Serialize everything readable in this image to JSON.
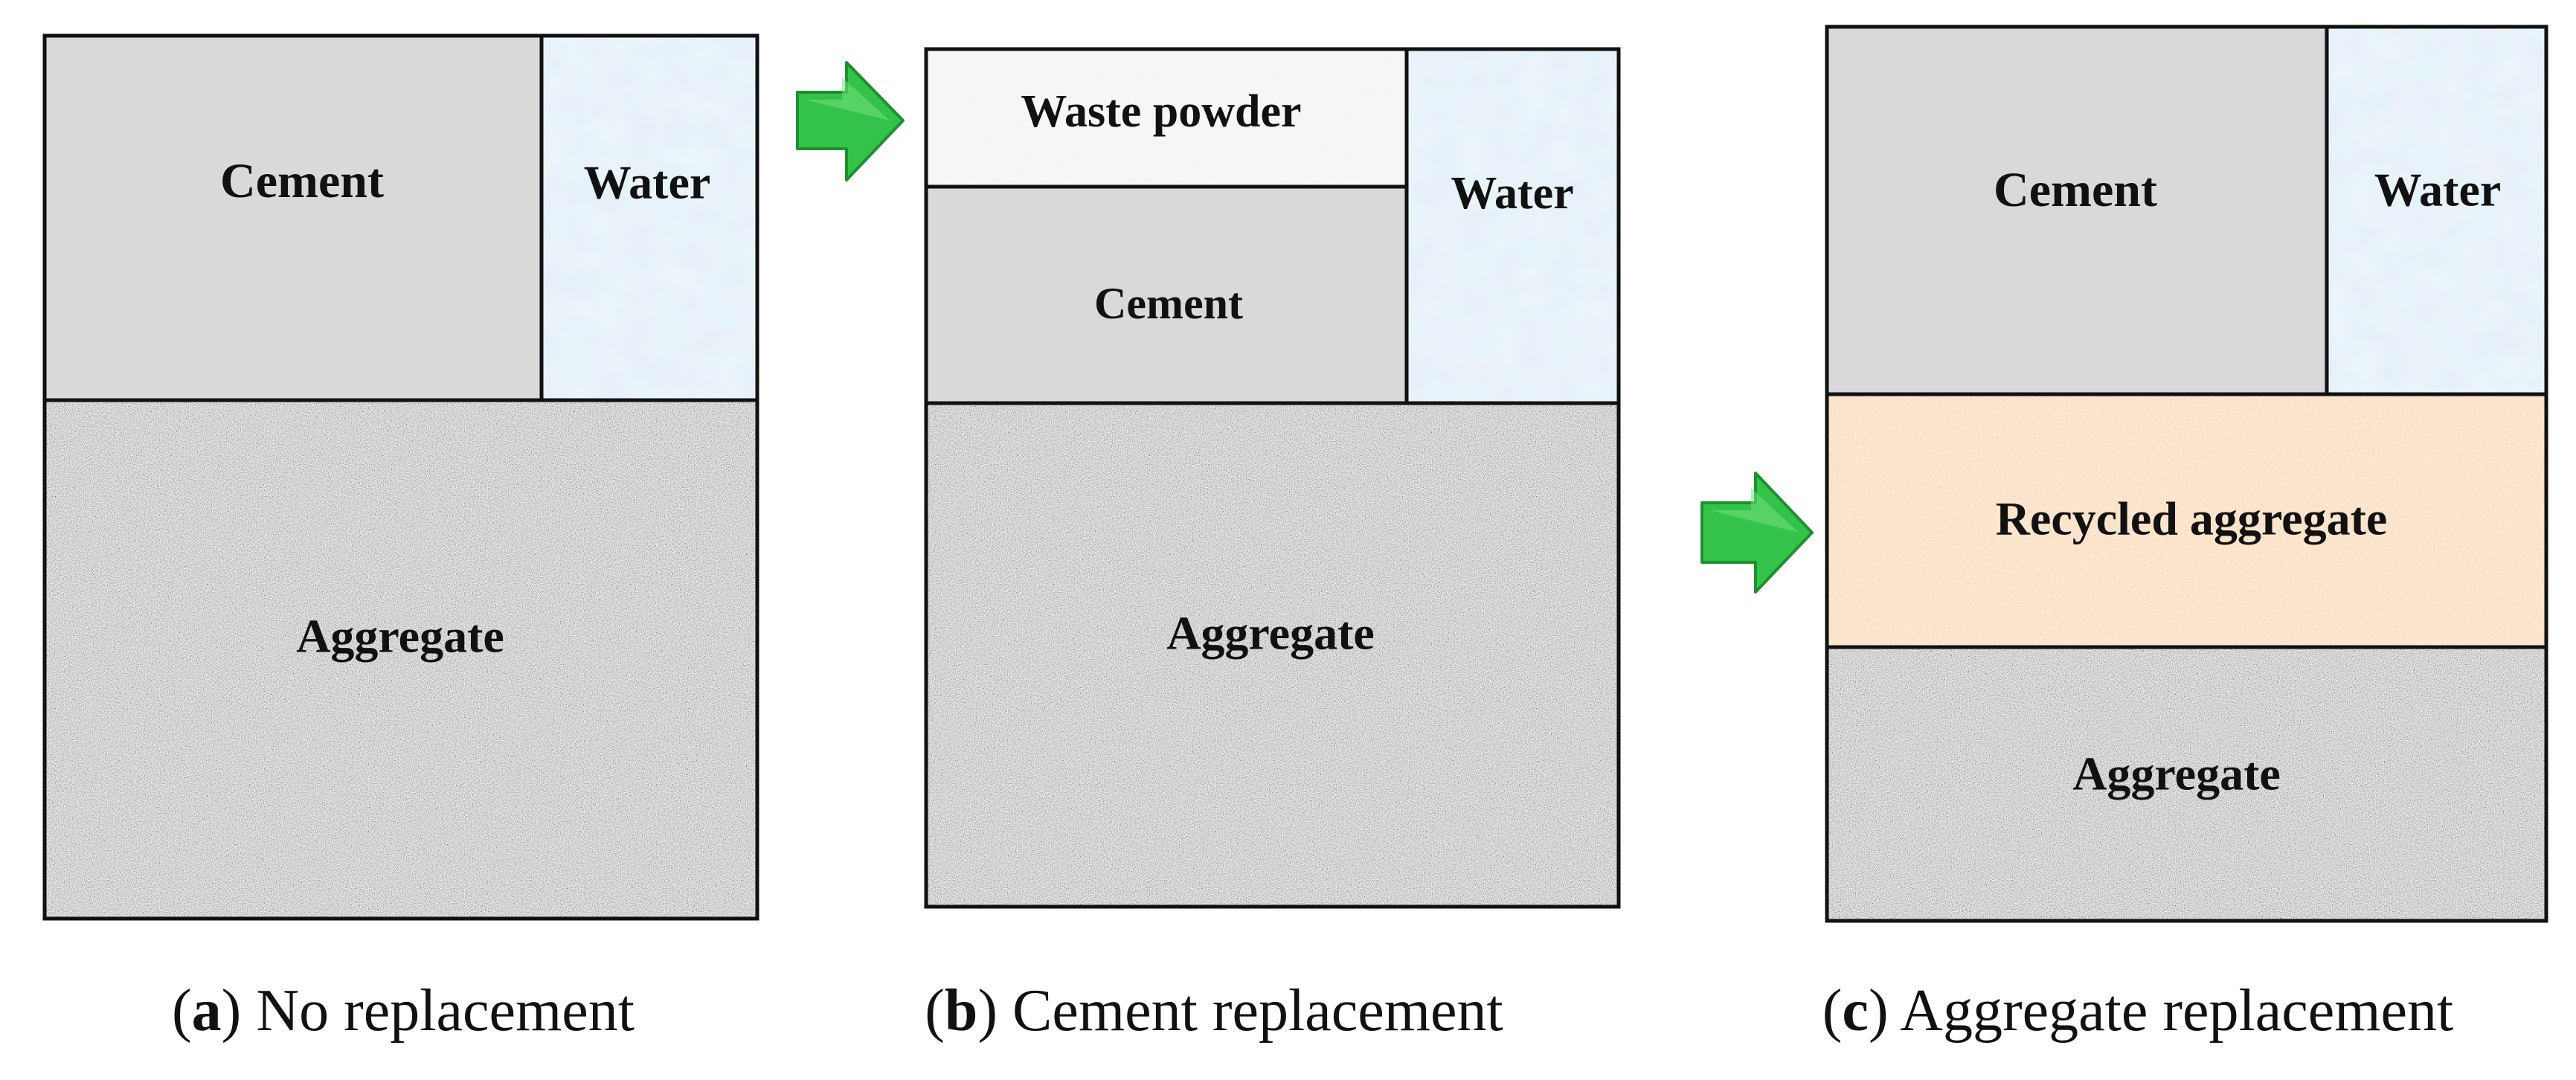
{
  "diagram": {
    "panel_a": {
      "blocks": {
        "cement": "Cement",
        "water": "Water",
        "aggregate": "Aggregate"
      },
      "caption_letter": "a",
      "caption_text": "No replacement"
    },
    "panel_b": {
      "blocks": {
        "waste_powder": "Waste powder",
        "cement": "Cement",
        "water": "Water",
        "aggregate": "Aggregate"
      },
      "caption_letter": "b",
      "caption_text": "Cement replacement"
    },
    "panel_c": {
      "blocks": {
        "cement": "Cement",
        "water": "Water",
        "recycled_aggregate": "Recycled aggregate",
        "aggregate": "Aggregate"
      },
      "caption_letter": "c",
      "caption_text": "Aggregate replacement"
    },
    "colors": {
      "cement": "#d9d9d9",
      "water": "#cfe6f7",
      "waste_powder": "#efefec",
      "aggregate": "#a9a9a9",
      "recycled_aggregate": "#a88a78",
      "arrow": "#33c24a",
      "outline": "#111111"
    },
    "icons": [
      "right-arrow-icon"
    ]
  }
}
